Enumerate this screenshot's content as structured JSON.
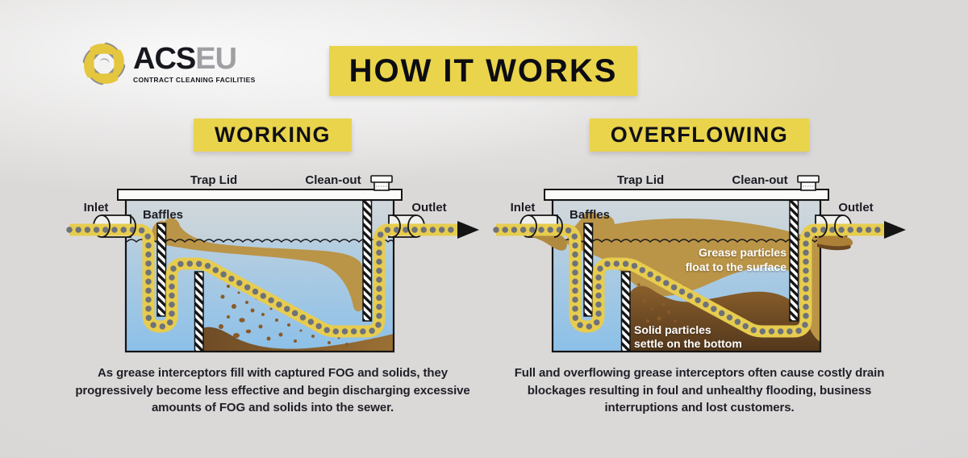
{
  "logo": {
    "brand_bold": "ACS",
    "brand_light": "EU",
    "tagline": "CONTRACT CLEANING FACILITIES"
  },
  "header": {
    "title": "HOW IT WORKS"
  },
  "colors": {
    "highlight_yellow": "#e9d44c",
    "flow_yellow": "#e7cc4e",
    "dot_gray": "#6e727b",
    "grease_tan": "#ba9447",
    "sediment_brown": "#5f4120",
    "water_blue": "#8cc0e8",
    "text_dark": "#1f1f27"
  },
  "panels": [
    {
      "id": "working",
      "title": "WORKING",
      "labels": {
        "trap_lid": "Trap Lid",
        "clean_out": "Clean-out",
        "inlet": "Inlet",
        "baffles": "Baffles",
        "outlet": "Outlet"
      },
      "description": "As grease interceptors fill with captured FOG and solids, they progressively become less effective and begin discharging excessive amounts of FOG and solids into the sewer."
    },
    {
      "id": "overflowing",
      "title": "OVERFLOWING",
      "labels": {
        "trap_lid": "Trap Lid",
        "clean_out": "Clean-out",
        "inlet": "Inlet",
        "baffles": "Baffles",
        "outlet": "Outlet"
      },
      "annotations": {
        "grease_line1": "Grease particles",
        "grease_line2": "float to the surface",
        "solids_line1": "Solid particles",
        "solids_line2": "settle on the bottom"
      },
      "description": "Full and overflowing grease interceptors often cause costly drain blockages resulting in foul and unhealthy flooding, business interruptions and lost customers."
    }
  ]
}
